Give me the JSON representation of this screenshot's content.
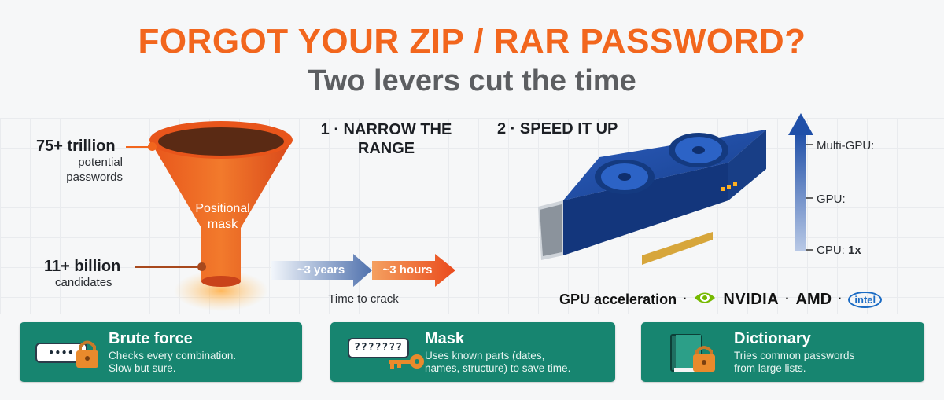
{
  "title": "FORGOT YOUR ZIP / RAR PASSWORD?",
  "subtitle": "Two levers cut the time",
  "funnel": {
    "top_value": "75+ trillion",
    "top_caption": "potential\npasswords",
    "middle_label": "Positional\nmask",
    "bottom_value": "11+ billion",
    "bottom_caption": "candidates"
  },
  "section1": {
    "heading": "1 · NARROW THE\nRANGE",
    "arrow_before": "~3 years",
    "arrow_after": "~3 hours",
    "caption": "Time to crack"
  },
  "section2": {
    "heading": "2 · SPEED IT UP",
    "scale": {
      "multi_gpu": "Multi-GPU:",
      "gpu": "GPU:",
      "cpu": "CPU: ",
      "cpu_value": "1x"
    },
    "acceleration_label": "GPU acceleration",
    "separator": "·",
    "vendors": {
      "nvidia": "NVIDIA",
      "amd": "AMD",
      "intel": "intel"
    }
  },
  "cards": [
    {
      "title": "Brute force",
      "description": "Checks every combination.\nSlow but sure.",
      "icon": "password-lock-icon"
    },
    {
      "title": "Mask",
      "description": "Uses known parts (dates,\nnames, structure) to save time.",
      "icon": "key-icon",
      "field": "???????"
    },
    {
      "title": "Dictionary",
      "description": "Tries common passwords\nfrom large lists.",
      "icon": "book-lock-icon"
    }
  ],
  "colors": {
    "accent_orange": "#f2661d",
    "card_green": "#178570",
    "gpu_blue": "#1f4fa8"
  }
}
